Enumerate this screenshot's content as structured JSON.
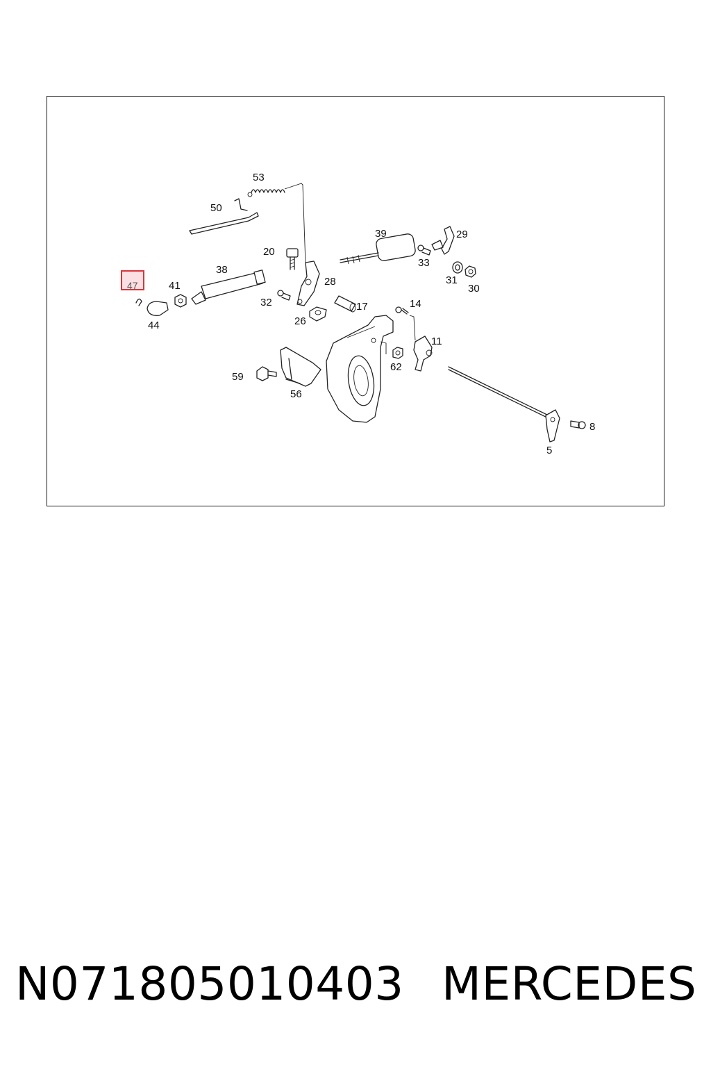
{
  "diagram": {
    "highlighted_part": "47",
    "callouts": [
      "53",
      "50",
      "39",
      "29",
      "20",
      "33",
      "38",
      "28",
      "31",
      "30",
      "41",
      "32",
      "17",
      "14",
      "26",
      "44",
      "11",
      "62",
      "59",
      "56",
      "8",
      "5"
    ]
  },
  "footer": {
    "part_number": "N071805010403",
    "brand": "MERCEDES"
  }
}
